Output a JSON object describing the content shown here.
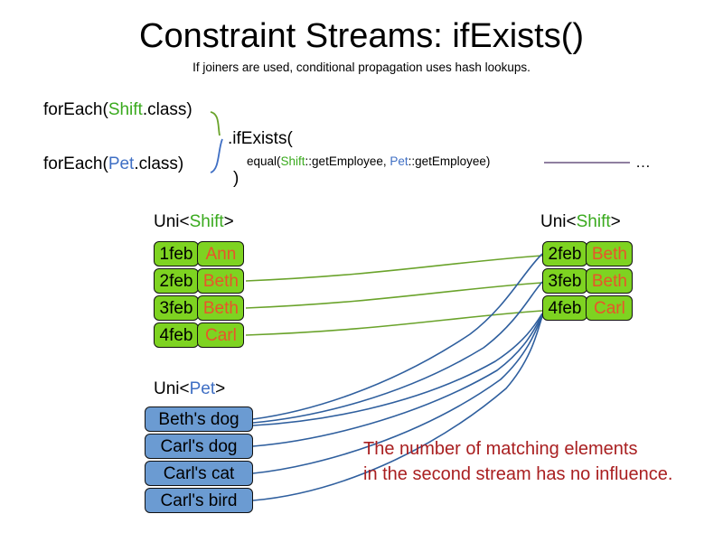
{
  "header": {
    "title": "Constraint Streams: ifExists()",
    "subtitle": "If joiners are used, conditional propagation uses hash lookups."
  },
  "code": {
    "foreach_shift_prefix": "forEach(",
    "foreach_shift_type": "Shift",
    "foreach_shift_suffix": ".class)",
    "foreach_pet_prefix": "forEach(",
    "foreach_pet_type": "Pet",
    "foreach_pet_suffix": ".class)",
    "if_exists": ".ifExists(",
    "equal_prefix": "equal(",
    "equal_shift_type": "Shift",
    "equal_shift_method": "::getEmployee, ",
    "equal_pet_type": "Pet",
    "equal_pet_method": "::getEmployee)",
    "close_paren": ")",
    "ellipsis": "…"
  },
  "streams": {
    "left_shift": {
      "label_prefix": "Uni<",
      "label_type": "Shift",
      "label_suffix": ">",
      "rows": [
        {
          "date": "1feb",
          "employee": "Ann"
        },
        {
          "date": "2feb",
          "employee": "Beth"
        },
        {
          "date": "3feb",
          "employee": "Beth"
        },
        {
          "date": "4feb",
          "employee": "Carl"
        }
      ]
    },
    "right_shift": {
      "label_prefix": "Uni<",
      "label_type": "Shift",
      "label_suffix": ">",
      "rows": [
        {
          "date": "2feb",
          "employee": "Beth"
        },
        {
          "date": "3feb",
          "employee": "Beth"
        },
        {
          "date": "4feb",
          "employee": "Carl"
        }
      ]
    },
    "pet": {
      "label_prefix": "Uni<",
      "label_type": "Pet",
      "label_suffix": ">",
      "rows": [
        {
          "name": "Beth's dog"
        },
        {
          "name": "Carl's dog"
        },
        {
          "name": "Carl's cat"
        },
        {
          "name": "Carl's bird"
        }
      ]
    }
  },
  "annotation": {
    "line1": "The number of matching elements",
    "line2": "in the second stream has no influence."
  },
  "colors": {
    "shift_green": "#7ed321",
    "shift_green_text": "#3aaa1e",
    "employee_orange": "#e8552a",
    "pet_blue": "#6b9bd2",
    "pet_blue_text": "#3f6fc4",
    "wire_green": "#6aa32b",
    "wire_blue": "#2f5f9e",
    "wire_purple": "#7f6d93",
    "annotation_red": "#a91f20"
  }
}
